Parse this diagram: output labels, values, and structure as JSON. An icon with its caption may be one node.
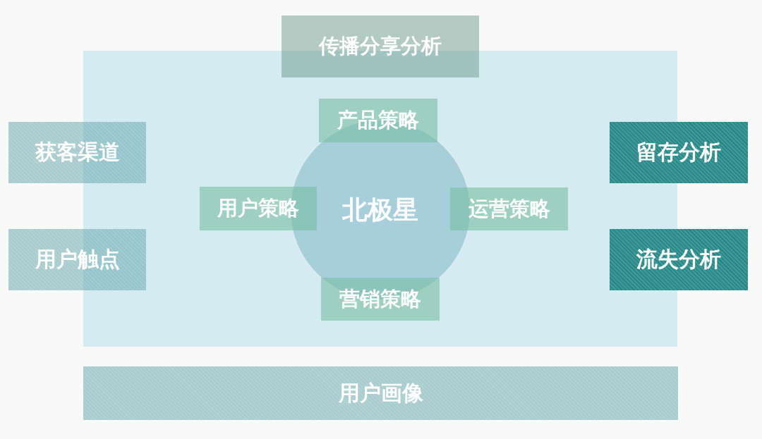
{
  "diagram": {
    "nodes": [
      {
        "text": [
          "传播分享分析"
        ]
      },
      {
        "text": [],
        "shape": "box"
      },
      {
        "text": [
          "产品策略"
        ],
        "in": 1
      },
      {
        "text": [
          "获客渠道"
        ]
      },
      {
        "text": [
          "留存分析"
        ]
      },
      {
        "text": [
          "用户策略"
        ],
        "in": 1
      },
      {
        "text": [
          "北极星"
        ],
        "in": 1
      },
      {
        "text": [
          "运营策略"
        ],
        "in": 1
      },
      {
        "text": [
          "用户触点"
        ]
      },
      {
        "text": [
          "流失分析"
        ]
      },
      {
        "text": [
          "营销策略"
        ],
        "in": 1
      },
      {
        "text": [
          "用户画像"
        ]
      }
    ]
  }
}
